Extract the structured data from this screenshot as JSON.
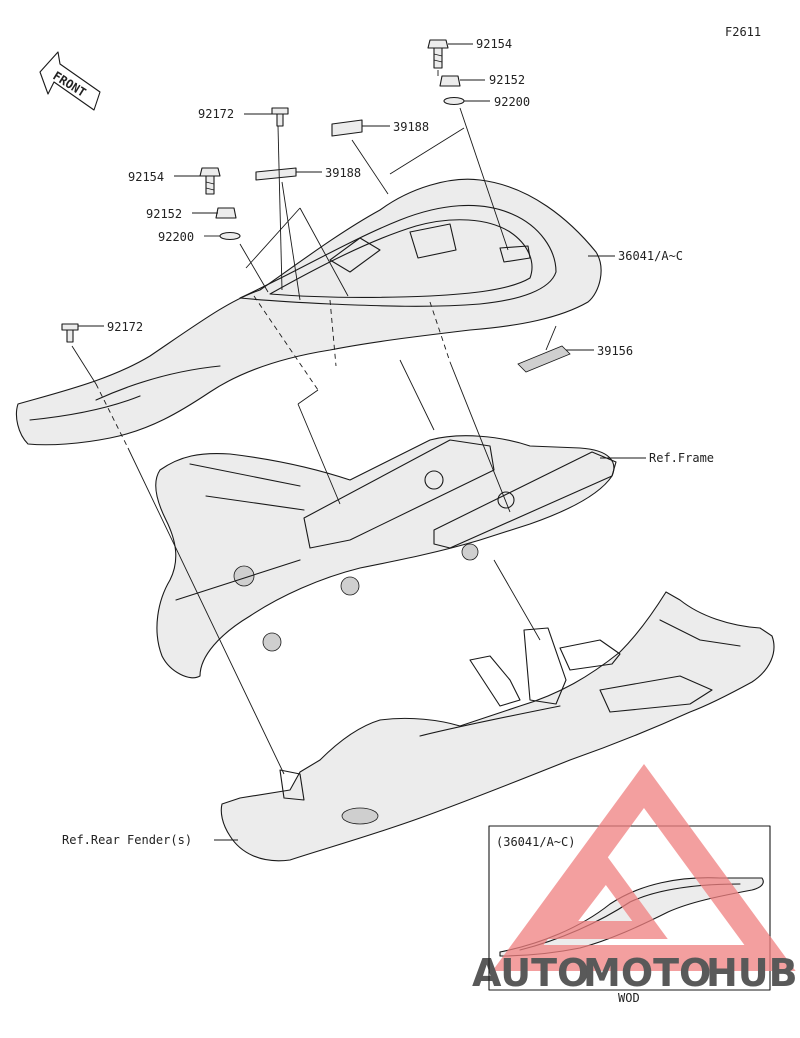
{
  "figure_code": "F2611",
  "front_label": "FRONT",
  "callouts": {
    "bolt_top": "92154",
    "nut_top": "92152",
    "washer_top": "92200",
    "screw_mid": "92172",
    "label_right": "39188",
    "label_left": "39188",
    "bolt_left": "92154",
    "nut_left": "92152",
    "washer_left": "92200",
    "seat_cover": "36041/A~C",
    "screw_left": "92172",
    "decal": "39156",
    "ref_frame": "Ref.Frame",
    "ref_rear_fender": "Ref.Rear Fender(s)"
  },
  "inset": {
    "title": "(36041/A~C)",
    "caption": "WOD"
  },
  "watermark": {
    "part1": "AUTO",
    "part2": "MOTO",
    "part3": "HUB",
    "color_triangle": "#f08080",
    "color_auto": "#f6c453",
    "color_moto": "#f29a7a",
    "color_hub": "#8a8a8a"
  }
}
